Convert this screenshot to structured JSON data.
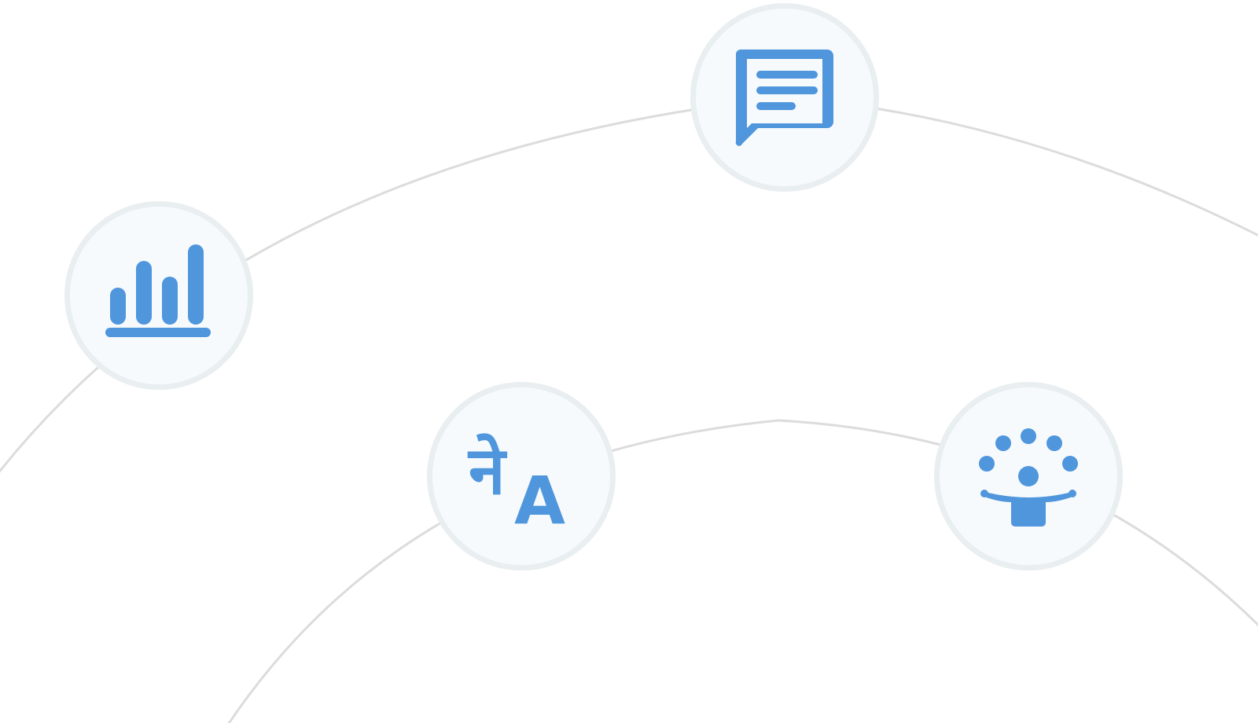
{
  "theme": {
    "accent": "#4f96dc",
    "node_fill": "#f7fafd",
    "node_ring": "#e9eef1",
    "arc": "#dcdcdc"
  },
  "nodes": [
    {
      "id": "messages",
      "icon": "message-icon"
    },
    {
      "id": "analytics",
      "icon": "bar-chart-icon"
    },
    {
      "id": "translate",
      "icon": "translate-icon",
      "glyphs": {
        "script": "ने",
        "latin": "A"
      }
    },
    {
      "id": "community",
      "icon": "community-icon"
    }
  ]
}
